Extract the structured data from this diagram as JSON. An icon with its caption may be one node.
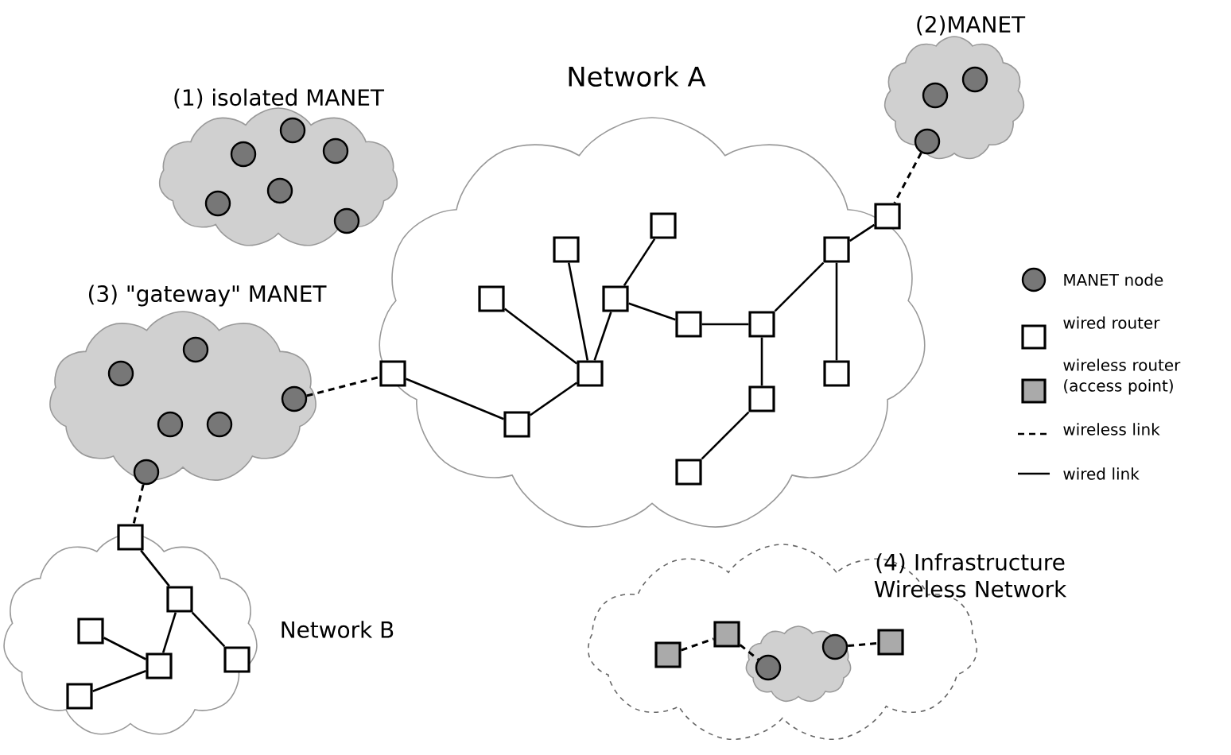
{
  "diagram": {
    "nodes": [
      {
        "text": [
          "(1) isolated MANET"
        ]
      },
      {
        "text": [
          "(2)MANET"
        ]
      },
      {
        "text": [
          "Network A"
        ]
      },
      {
        "text": [
          "(3) \"gateway\" MANET"
        ]
      },
      {
        "text": [],
        "shape": "cloud",
        "beside": [
          "Network B"
        ]
      },
      {
        "text": [
          "(4) Infrastructure Wireless Network"
        ]
      },
      {
        "text": [],
        "shape": "cloud",
        "in": 5
      },
      {
        "text": [],
        "shape": "circle",
        "in": 0
      },
      {
        "text": [],
        "shape": "circle",
        "in": 0
      },
      {
        "text": [],
        "shape": "circle",
        "in": 0
      },
      {
        "text": [],
        "shape": "circle",
        "in": 0
      },
      {
        "text": [],
        "shape": "circle",
        "in": 0
      },
      {
        "text": [],
        "shape": "circle",
        "in": 0
      },
      {
        "text": [],
        "shape": "circle",
        "in": 1
      },
      {
        "text": [],
        "shape": "circle",
        "in": 1
      },
      {
        "text": [],
        "shape": "circle",
        "in": 1
      },
      {
        "text": [],
        "shape": "box",
        "in": 2
      },
      {
        "text": [],
        "shape": "box",
        "in": 2
      },
      {
        "text": [],
        "shape": "box",
        "in": 2
      },
      {
        "text": [],
        "shape": "box",
        "in": 2
      },
      {
        "text": [],
        "shape": "box",
        "in": 2
      },
      {
        "text": [],
        "shape": "box",
        "in": 2
      },
      {
        "text": [],
        "shape": "box",
        "in": 2
      },
      {
        "text": [],
        "shape": "box",
        "in": 2
      },
      {
        "text": [],
        "shape": "box",
        "in": 2
      },
      {
        "text": [],
        "shape": "box",
        "in": 2
      },
      {
        "text": [],
        "shape": "box",
        "in": 2
      },
      {
        "text": [],
        "shape": "box",
        "in": 2
      },
      {
        "text": [],
        "shape": "box",
        "in": 2
      },
      {
        "text": [],
        "shape": "box",
        "in": 2
      },
      {
        "text": [],
        "shape": "circle",
        "in": 3
      },
      {
        "text": [],
        "shape": "circle",
        "in": 3
      },
      {
        "text": [],
        "shape": "circle",
        "in": 3
      },
      {
        "text": [],
        "shape": "circle",
        "in": 3
      },
      {
        "text": [],
        "shape": "circle",
        "in": 3
      },
      {
        "text": [],
        "shape": "circle",
        "in": 3
      },
      {
        "text": [],
        "shape": "box",
        "in": 4
      },
      {
        "text": [],
        "shape": "box",
        "in": 4
      },
      {
        "text": [],
        "shape": "box",
        "in": 4
      },
      {
        "text": [],
        "shape": "box",
        "in": 4
      },
      {
        "text": [],
        "shape": "box",
        "in": 4
      },
      {
        "text": [],
        "shape": "box",
        "in": 4
      },
      {
        "text": [],
        "shape": "circle",
        "in": 6
      },
      {
        "text": [],
        "shape": "circle",
        "in": 6
      },
      {
        "text": [],
        "shape": "box",
        "in": 5
      },
      {
        "text": [],
        "shape": "box",
        "in": 5
      },
      {
        "text": [],
        "shape": "box",
        "in": 5
      }
    ],
    "edges": [
      {
        "from": 16,
        "to": 17,
        "arrow": "none"
      },
      {
        "from": 17,
        "to": 18,
        "arrow": "none"
      },
      {
        "from": 19,
        "to": 18,
        "arrow": "none"
      },
      {
        "from": 20,
        "to": 18,
        "arrow": "none"
      },
      {
        "from": 21,
        "to": 18,
        "arrow": "none"
      },
      {
        "from": 21,
        "to": 22,
        "arrow": "none"
      },
      {
        "from": 21,
        "to": 23,
        "arrow": "none"
      },
      {
        "from": 23,
        "to": 24,
        "arrow": "none"
      },
      {
        "from": 24,
        "to": 25,
        "arrow": "none"
      },
      {
        "from": 25,
        "to": 26,
        "arrow": "none"
      },
      {
        "from": 25,
        "to": 27,
        "arrow": "none"
      },
      {
        "from": 24,
        "to": 28,
        "arrow": "none"
      },
      {
        "from": 28,
        "to": 29,
        "arrow": "none"
      },
      {
        "from": 34,
        "to": 16,
        "arrow": "none",
        "style": "dashed"
      },
      {
        "from": 13,
        "to": 26,
        "arrow": "none",
        "style": "dashed"
      },
      {
        "from": 35,
        "to": 36,
        "arrow": "none",
        "style": "dashed"
      },
      {
        "from": 36,
        "to": 37,
        "arrow": "none"
      },
      {
        "from": 37,
        "to": 40,
        "arrow": "none"
      },
      {
        "from": 37,
        "to": 39,
        "arrow": "none"
      },
      {
        "from": 38,
        "to": 40,
        "arrow": "none"
      },
      {
        "from": 40,
        "to": 41,
        "arrow": "none"
      },
      {
        "from": 44,
        "to": 45,
        "arrow": "none",
        "style": "dashed"
      },
      {
        "from": 45,
        "to": 42,
        "arrow": "none",
        "style": "dashed"
      },
      {
        "from": 43,
        "to": 46,
        "arrow": "none",
        "style": "dashed"
      }
    ],
    "legend": [
      {
        "text": "MANET node"
      },
      {
        "text": "wired router"
      },
      {
        "text": "wireless router (access point)"
      },
      {
        "text": "wireless link"
      },
      {
        "text": "wired link"
      }
    ]
  }
}
